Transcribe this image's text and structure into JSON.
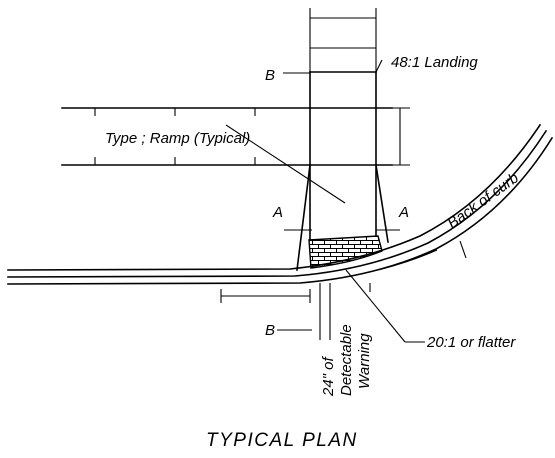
{
  "labels": {
    "landing": "48:1 Landing",
    "ramp": "Type ; Ramp (Typical)",
    "section_b_top": "B",
    "section_b_bottom": "B",
    "section_a_left": "A",
    "section_a_right": "A",
    "back_of_curb": "Back of curb",
    "flatter": "20:1 or flatter",
    "warning_line1": "24\" of",
    "warning_line2": "Detectable",
    "warning_line3": "Warning"
  },
  "title": "TYPICAL PLAN"
}
